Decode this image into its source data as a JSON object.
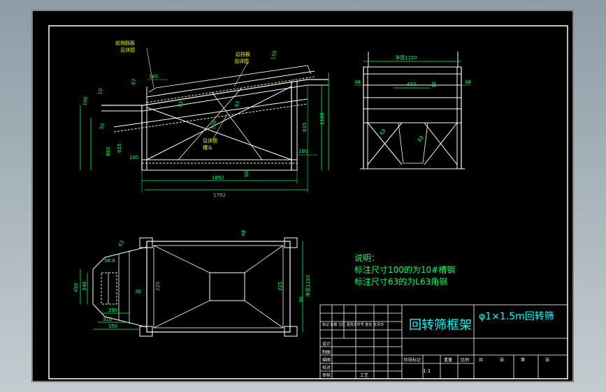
{
  "colors": {
    "sheet": "#000000",
    "frame": "#ffffff",
    "part": "#ffffff",
    "hidden": "#ffff66",
    "dim": "#00ff66",
    "note": "#00ff66",
    "title_text": "#00ffff",
    "leader_label": "#ffff00"
  },
  "front": {
    "labels": {
      "front_plate": "前侧挡板",
      "see_detail_1": "见详图",
      "side_plate": "边挡板",
      "see_detail_2": "见详图",
      "see_detail_3": "见详图",
      "jig": "槽斗"
    },
    "dims": {
      "d67": "67",
      "d165": "165",
      "d150": "150",
      "d10": "10",
      "d100_left": "100",
      "d50_left": "50",
      "d63a": "63",
      "d63b": "63",
      "d100_mid": "100",
      "d950": "950",
      "d625": "625",
      "d100_low": "100",
      "d835": "835",
      "d1160": "1160",
      "d100_right": "100",
      "d50_bot": "50",
      "d1692": "1692",
      "d1792": "1792"
    }
  },
  "side": {
    "dims": {
      "clear_1150": "净宽1150",
      "d48_left": "48",
      "d450": "450",
      "d10": "10",
      "d48_right": "48",
      "d63a": "63",
      "d63b": "63"
    }
  },
  "plan": {
    "dims": {
      "d48": "48",
      "d63": "63",
      "d58_8": "58.8",
      "d450": "450",
      "d340": "340",
      "d225_left": "225",
      "d30_left": "30",
      "d290": "290",
      "d310": "310",
      "d550": "550",
      "d1150": "净宽1150",
      "d225_right": "225",
      "d30_right": "30"
    }
  },
  "notes": {
    "heading": "说明：",
    "line1": "标注尺寸100的为10#槽钢",
    "line2": "标注尺寸63的为L63角钢"
  },
  "title_block": {
    "drawing_title": "回转筛框架",
    "spec": "φ1×1.5m回转筛",
    "scale": "1:1",
    "row_labels": [
      "设计",
      "制图",
      "描图",
      "校对",
      "审核",
      "工艺"
    ],
    "header_small": "标记 处数 分区 更改文件号 签名 年月日",
    "stage_cols": [
      "阶段标记",
      "重量",
      "比例"
    ],
    "sheet_cols": [
      "共",
      "张",
      "第",
      "张"
    ]
  }
}
